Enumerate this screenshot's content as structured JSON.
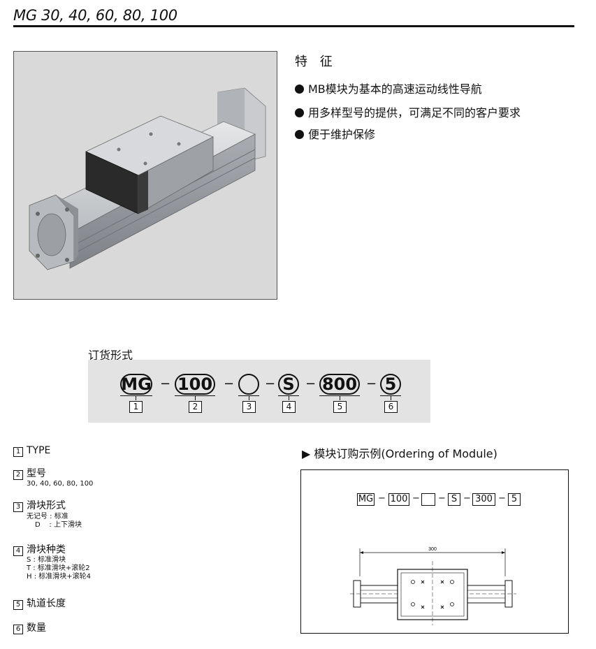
{
  "header": {
    "title": "MG 30, 40, 60, 80, 100"
  },
  "features": {
    "title": "特 征",
    "items": [
      "MB模块为基本的高速运动线性导航",
      "用多样型号的提供，可满足不同的客户要求",
      "便于维护保修"
    ]
  },
  "ordering": {
    "title": "订货形式",
    "codes": [
      "MG",
      "100",
      "",
      "S",
      "800",
      "5"
    ],
    "numbers": [
      "1",
      "2",
      "3",
      "4",
      "5",
      "6"
    ],
    "dash": "−"
  },
  "spec_list": [
    {
      "num": "1",
      "label": "TYPE",
      "lines": []
    },
    {
      "num": "2",
      "label": "型号",
      "lines": [
        "30, 40, 60, 80, 100"
      ]
    },
    {
      "num": "3",
      "label": "滑块形式",
      "lines": [
        "无记号 : 标准",
        "D    : 上下滑块"
      ]
    },
    {
      "num": "4",
      "label": "滑块种类",
      "lines": [
        "S : 标准滑块",
        "T : 标准滑块+滚轮2",
        "H : 标准滑块+滚轮4"
      ]
    },
    {
      "num": "5",
      "label": "轨道长度",
      "lines": []
    },
    {
      "num": "6",
      "label": "数量",
      "lines": []
    }
  ],
  "example": {
    "title": "▶ 模块订购示例(Ordering of Module)",
    "codes": [
      "MG",
      "100",
      "",
      "S",
      "300",
      "5"
    ],
    "dash": "−",
    "dimension": "300"
  },
  "colors": {
    "box_bg": "#e3e3e3",
    "rail": "#b5b8bd",
    "slider_dark": "#2a2a2a"
  }
}
